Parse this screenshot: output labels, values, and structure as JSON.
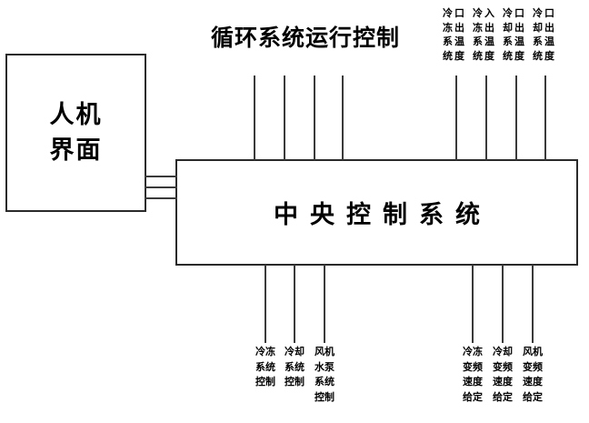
{
  "title": "循环系统运行控制",
  "blocks": {
    "hmi": {
      "lines": [
        "人机",
        "界面"
      ]
    },
    "central": {
      "label": "中央控制系统"
    }
  },
  "top_sensor_labels": [
    {
      "name": "chilled-outlet-temp",
      "col1": [
        "冷",
        "冻",
        "系",
        "统"
      ],
      "col2": [
        "口",
        "出",
        "温",
        "度"
      ]
    },
    {
      "name": "chilled-inlet-temp",
      "col1": [
        "冷",
        "冻",
        "系",
        "统"
      ],
      "col2": [
        "入",
        "出",
        "温",
        "度"
      ]
    },
    {
      "name": "cooling-outlet-temp",
      "col1": [
        "冷",
        "却",
        "系",
        "统"
      ],
      "col2": [
        "口",
        "出",
        "温",
        "度"
      ]
    },
    {
      "name": "cooling-outlet-temp-2",
      "col1": [
        "冷",
        "却",
        "系",
        "统"
      ],
      "col2": [
        "口",
        "出",
        "温",
        "度"
      ]
    }
  ],
  "bottom_left_labels": [
    {
      "name": "chilled-system-control",
      "lines": [
        "冷冻",
        "系统",
        "控制"
      ]
    },
    {
      "name": "cooling-system-control",
      "lines": [
        "冷却",
        "系统",
        "控制"
      ]
    },
    {
      "name": "fan-pump-system-control",
      "lines": [
        "风机",
        "水泵",
        "系统",
        "控制"
      ]
    }
  ],
  "bottom_right_labels": [
    {
      "name": "chilled-vfd-speed-setpoint",
      "lines": [
        "冷冻",
        "变频",
        "速度",
        "给定"
      ]
    },
    {
      "name": "cooling-vfd-speed-setpoint",
      "lines": [
        "冷却",
        "变频",
        "速度",
        "给定"
      ]
    },
    {
      "name": "fan-vfd-speed-setpoint",
      "lines": [
        "风机",
        "变频",
        "速度",
        "给定"
      ]
    }
  ],
  "colors": {
    "line": "#3a3a3a",
    "border": "#2a2a2a",
    "text": "#000000",
    "background": "#ffffff"
  }
}
